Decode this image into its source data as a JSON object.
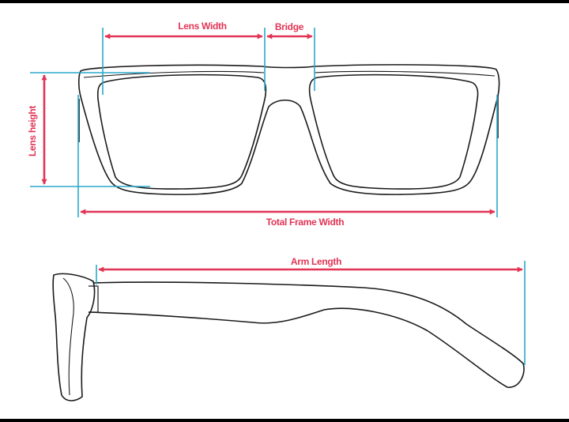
{
  "colors": {
    "dimension": "#e23455",
    "guide": "#2aa8c8",
    "outline": "#1a1a1a",
    "background": "#ffffff",
    "border": "#000000"
  },
  "labels": {
    "lens_width": "Lens Width",
    "bridge": "Bridge",
    "lens_height": "Lens height",
    "total_frame_width": "Total Frame Width",
    "arm_length": "Arm Length"
  }
}
